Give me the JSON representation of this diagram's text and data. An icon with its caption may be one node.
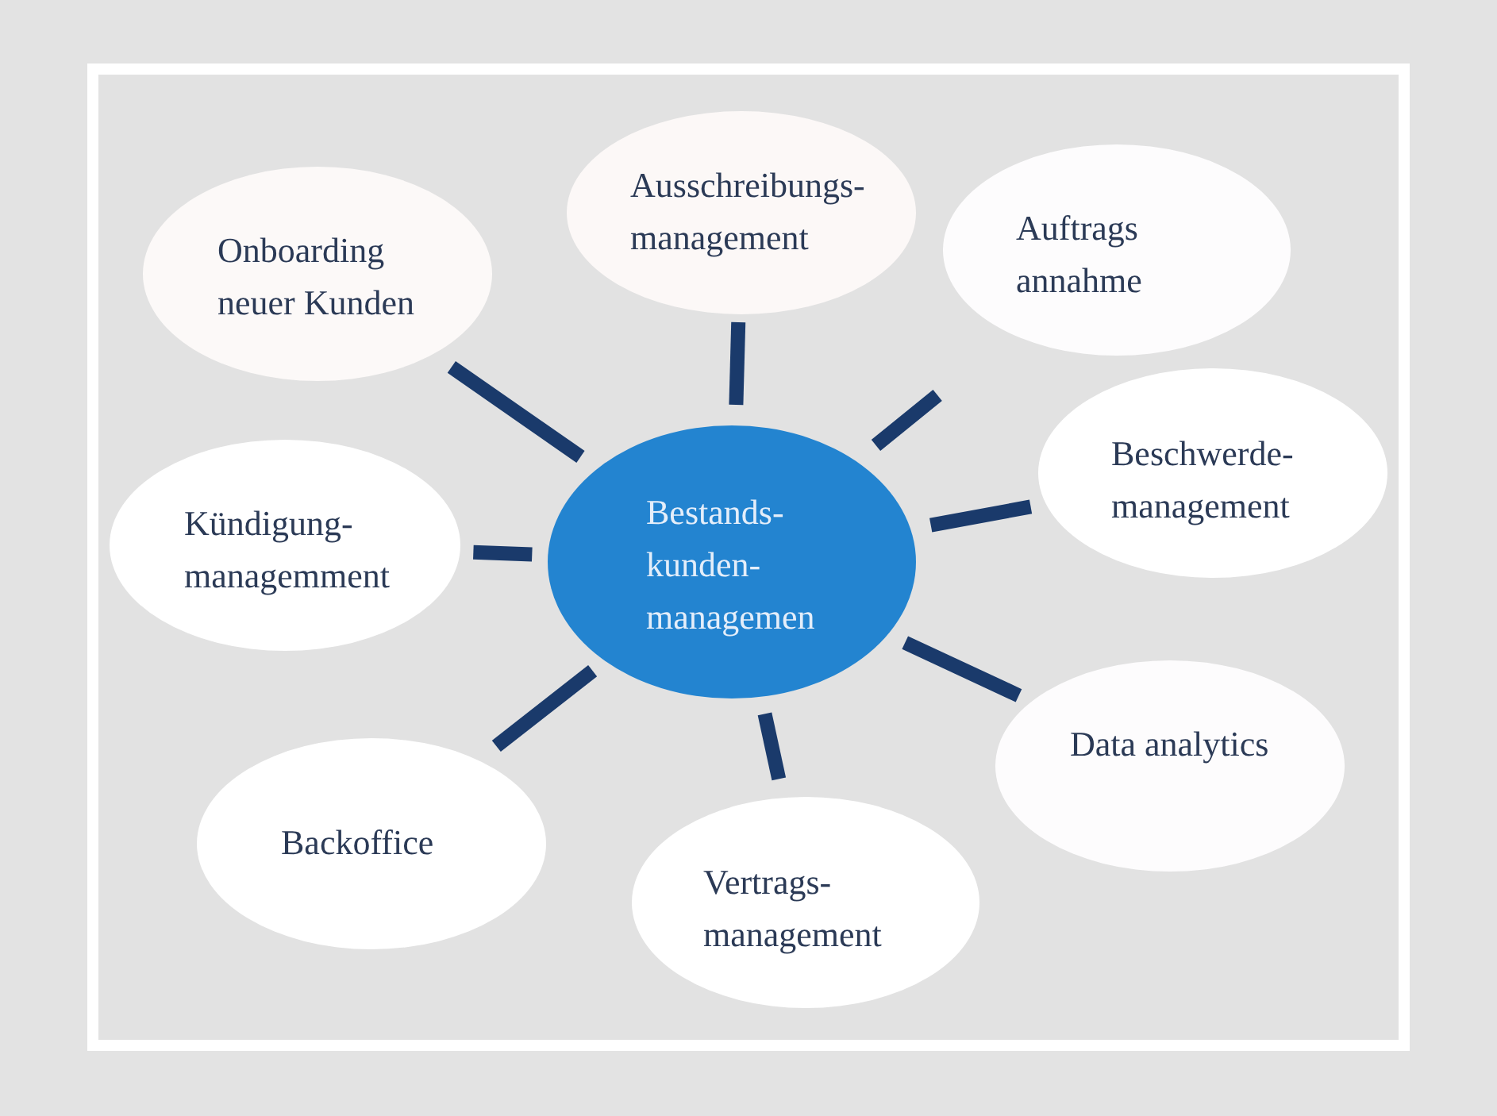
{
  "diagram": {
    "nodes": [
      {
        "text": [
          "Bestands- kunden- managemen"
        ]
      },
      {
        "text": [
          "Onboarding neuer Kunden"
        ]
      },
      {
        "text": [
          "Ausschreibungs- management"
        ]
      },
      {
        "text": [
          "Auftrags annahme"
        ]
      },
      {
        "text": [
          "Kündigung- managemment"
        ]
      },
      {
        "text": [
          "Beschwerde- management"
        ]
      },
      {
        "text": [
          "Backoffice"
        ]
      },
      {
        "text": [
          "Vertrags- management"
        ]
      },
      {
        "text": [
          "Data analytics"
        ]
      }
    ],
    "edges": [
      {
        "from": 0,
        "to": 1,
        "arrow": "none"
      },
      {
        "from": 0,
        "to": 2,
        "arrow": "none"
      },
      {
        "from": 0,
        "to": 3,
        "arrow": "none"
      },
      {
        "from": 0,
        "to": 4,
        "arrow": "none"
      },
      {
        "from": 0,
        "to": 5,
        "arrow": "none"
      },
      {
        "from": 0,
        "to": 6,
        "arrow": "none"
      },
      {
        "from": 0,
        "to": 7,
        "arrow": "none"
      },
      {
        "from": 0,
        "to": 8,
        "arrow": "none"
      }
    ]
  }
}
